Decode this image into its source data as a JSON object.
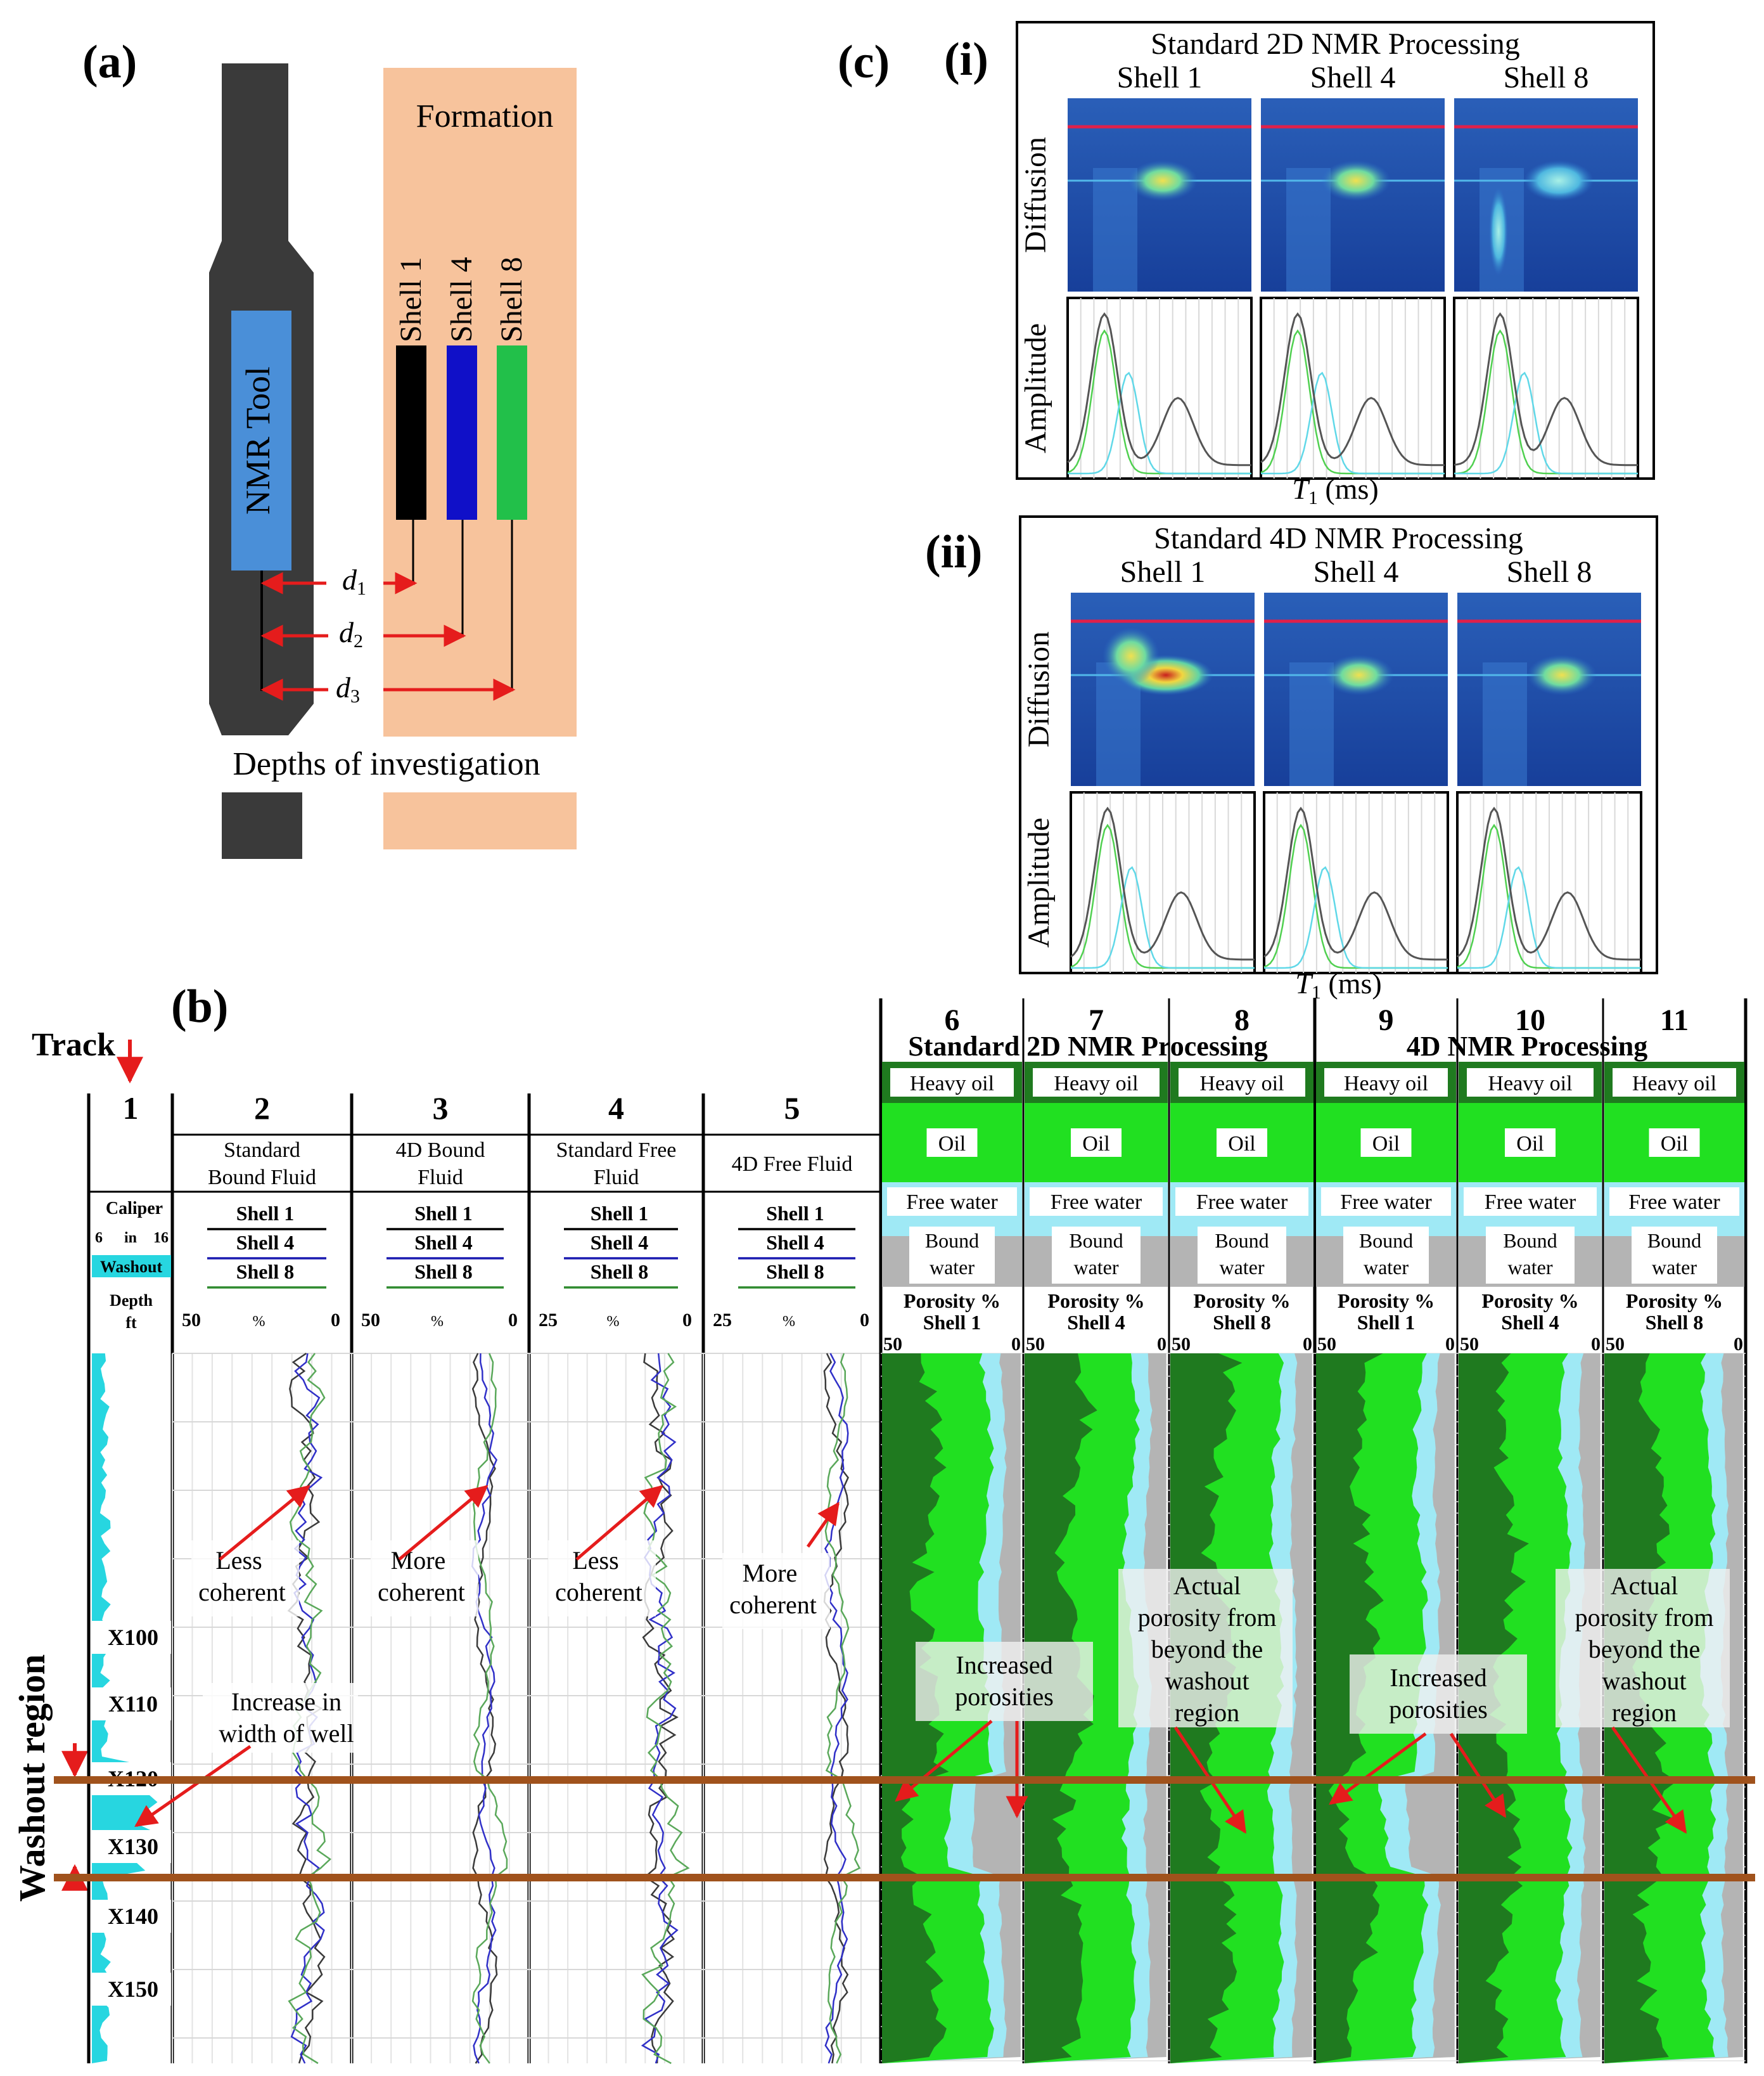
{
  "panel_a": {
    "label": "(a)",
    "formation": "Formation",
    "tool": "NMR Tool",
    "shells": [
      {
        "name": "Shell 1",
        "color": "#000000"
      },
      {
        "name": "Shell 4",
        "color": "#1010c8"
      },
      {
        "name": "Shell 8",
        "color": "#22c04a"
      }
    ],
    "depth_labels": [
      "d",
      "d",
      "d"
    ],
    "depth_subs": [
      "1",
      "2",
      "3"
    ],
    "caption": "Depths of investigation"
  },
  "panel_c": {
    "label": "(c)",
    "sub_i": {
      "label": "(i)",
      "title": "Standard 2D NMR Processing",
      "shells": [
        "Shell 1",
        "Shell 4",
        "Shell 8"
      ],
      "ylabel_top": "Diffusion",
      "ylabel_bottom": "Amplitude",
      "xlabel_main": "T",
      "xlabel_sub": "1",
      "xlabel_unit": " (ms)"
    },
    "sub_ii": {
      "label": "(ii)",
      "title": "Standard 4D NMR Processing",
      "shells": [
        "Shell 1",
        "Shell 4",
        "Shell 8"
      ],
      "ylabel_top": "Diffusion",
      "ylabel_bottom": "Amplitude",
      "xlabel_main": "T",
      "xlabel_sub": "1",
      "xlabel_unit": " (ms)"
    }
  },
  "panel_b": {
    "label": "(b)",
    "track_label": "Track",
    "washout_label": "Washout region",
    "track1": {
      "num": "1",
      "caliper": "Caliper",
      "cal_min": "6",
      "cal_unit": "in",
      "cal_max": "16",
      "washout": "Washout",
      "depth": "Depth",
      "depth_unit": "ft"
    },
    "depths": [
      "X100",
      "X110",
      "X120",
      "X130",
      "X140",
      "X150"
    ],
    "fluid_tracks": [
      {
        "num": "2",
        "title1": "Standard",
        "title2": "Bound Fluid",
        "scale_left": "50",
        "scale_unit": "%",
        "scale_right": "0",
        "annot1": "Less",
        "annot2": "coherent"
      },
      {
        "num": "3",
        "title1": "4D Bound",
        "title2": "Fluid",
        "scale_left": "50",
        "scale_unit": "%",
        "scale_right": "0",
        "annot1": "More",
        "annot2": "coherent"
      },
      {
        "num": "4",
        "title1": "Standard Free",
        "title2": "Fluid",
        "scale_left": "25",
        "scale_unit": "%",
        "scale_right": "0",
        "annot1": "Less",
        "annot2": "coherent"
      },
      {
        "num": "5",
        "title1": "4D Free Fluid",
        "title2": "",
        "scale_left": "25",
        "scale_unit": "%",
        "scale_right": "0",
        "annot1": "More",
        "annot2": "coherent"
      }
    ],
    "shell_legend": [
      "Shell 1",
      "Shell 4",
      "Shell 8"
    ],
    "well_annot1": "Increase in",
    "well_annot2": "width of well",
    "group_2d": "Standard 2D NMR Processing",
    "group_4d": "4D NMR Processing",
    "porosity_tracks": [
      {
        "num": "6",
        "shell": "Shell 1"
      },
      {
        "num": "7",
        "shell": "Shell 4"
      },
      {
        "num": "8",
        "shell": "Shell 8"
      },
      {
        "num": "9",
        "shell": "Shell 1"
      },
      {
        "num": "10",
        "shell": "Shell 4"
      },
      {
        "num": "11",
        "shell": "Shell 8"
      }
    ],
    "fluid_labels": {
      "heavy_oil": "Heavy oil",
      "oil": "Oil",
      "free_water": "Free water",
      "bound1": "Bound",
      "bound2": "water",
      "porosity": "Porosity %",
      "scale_left": "50",
      "scale_right": "0"
    },
    "annot_increase1": "Increased",
    "annot_increase2": "porosities",
    "annot_actual": [
      "Actual",
      "porosity from",
      "beyond the",
      "washout",
      "region"
    ]
  },
  "colors": {
    "heavy_oil": "#1f7a1f",
    "oil": "#21e021",
    "free_water": "#9fe9f5",
    "bound_water": "#b4b4b4",
    "washout": "#27d6e0",
    "formation": "#f7c39c",
    "tool": "#3a3a3a",
    "tool_core": "#4a8fd8",
    "arrow": "#e51c1c",
    "washout_band": "#a0521c"
  }
}
